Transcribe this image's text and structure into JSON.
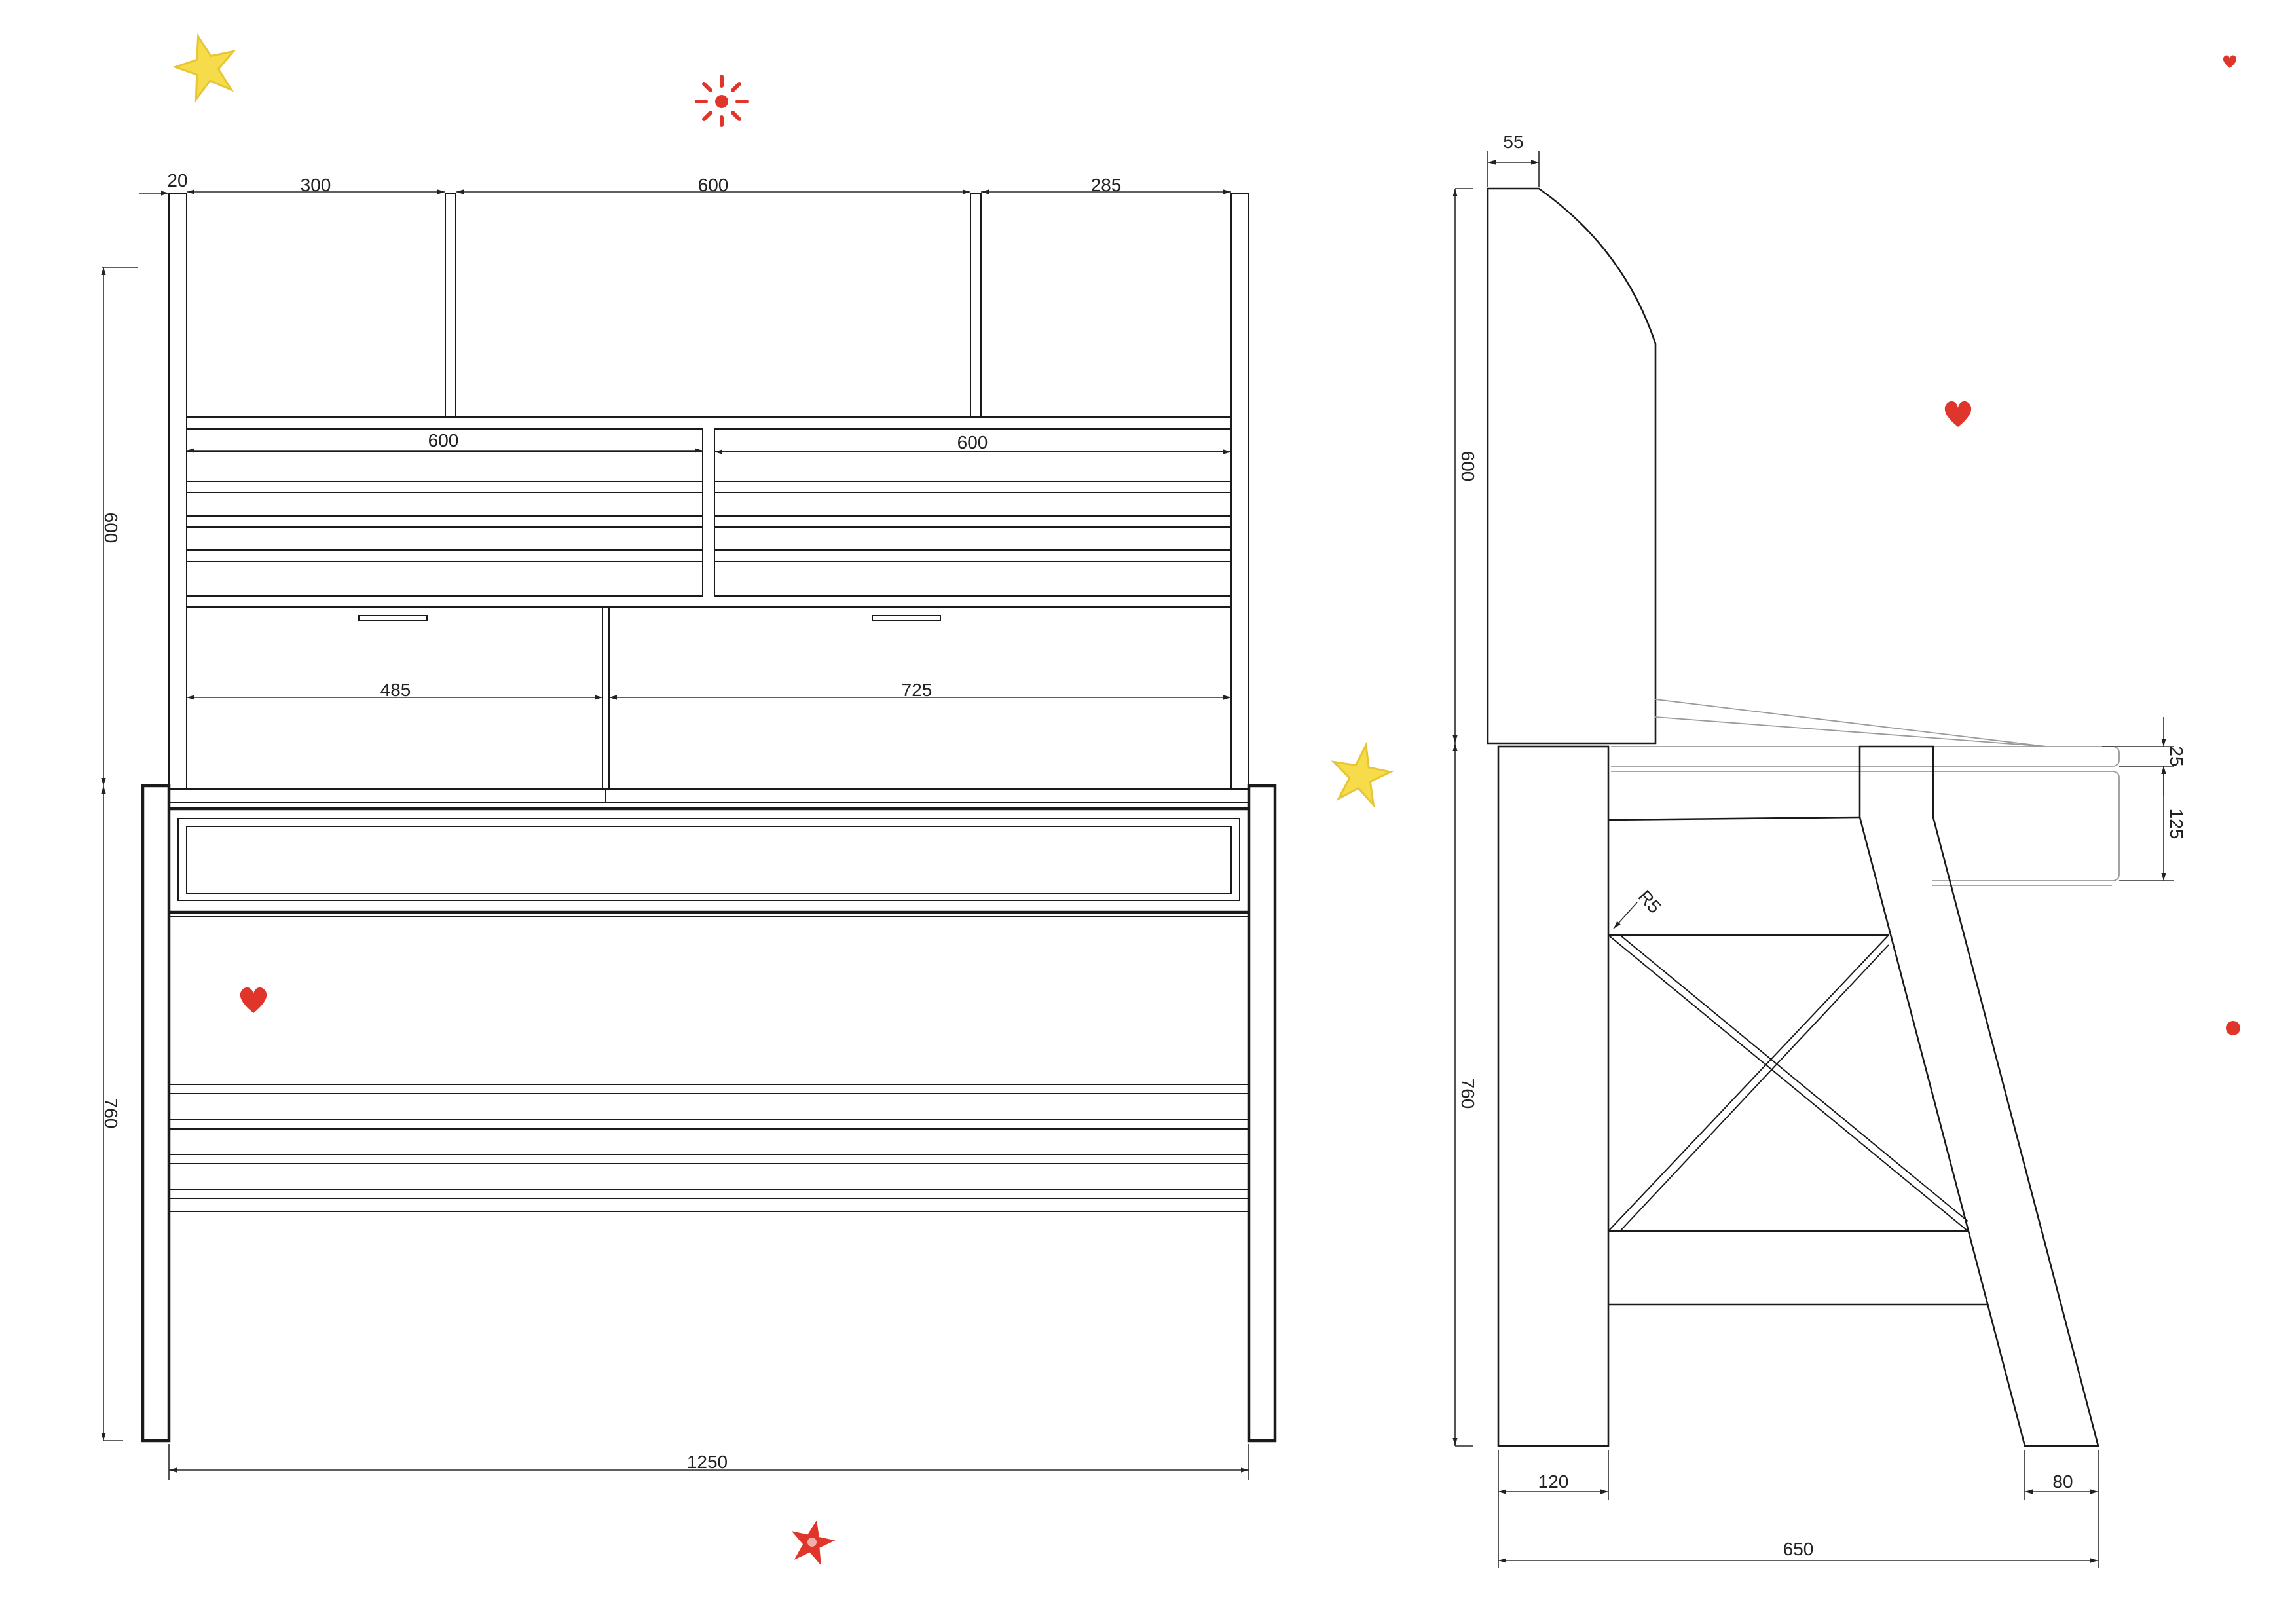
{
  "colors": {
    "line": "#1a1a1a",
    "doodle_yellow": "#f6dc4a",
    "doodle_red": "#e0352b"
  },
  "front_view": {
    "dimensions": {
      "top_side_gap": "20",
      "top_left_width": "300",
      "top_middle_width": "600",
      "top_right_width": "285",
      "hutch_height": "600",
      "left_shelf_width": "600",
      "right_shelf_width": "600",
      "left_drawer_width": "485",
      "right_drawer_width": "725",
      "desk_height": "760",
      "total_width": "1250"
    }
  },
  "side_view": {
    "dimensions": {
      "top_depth": "55",
      "hutch_height": "600",
      "desk_height": "760",
      "top_thickness": "25",
      "drawer_height": "125",
      "corner_radius": "R5",
      "front_leg_width": "120",
      "rear_leg_width": "80",
      "total_depth": "650"
    }
  },
  "doodles": [
    "yellow-star",
    "red-sun",
    "red-flower",
    "red-heart",
    "red-dot"
  ]
}
